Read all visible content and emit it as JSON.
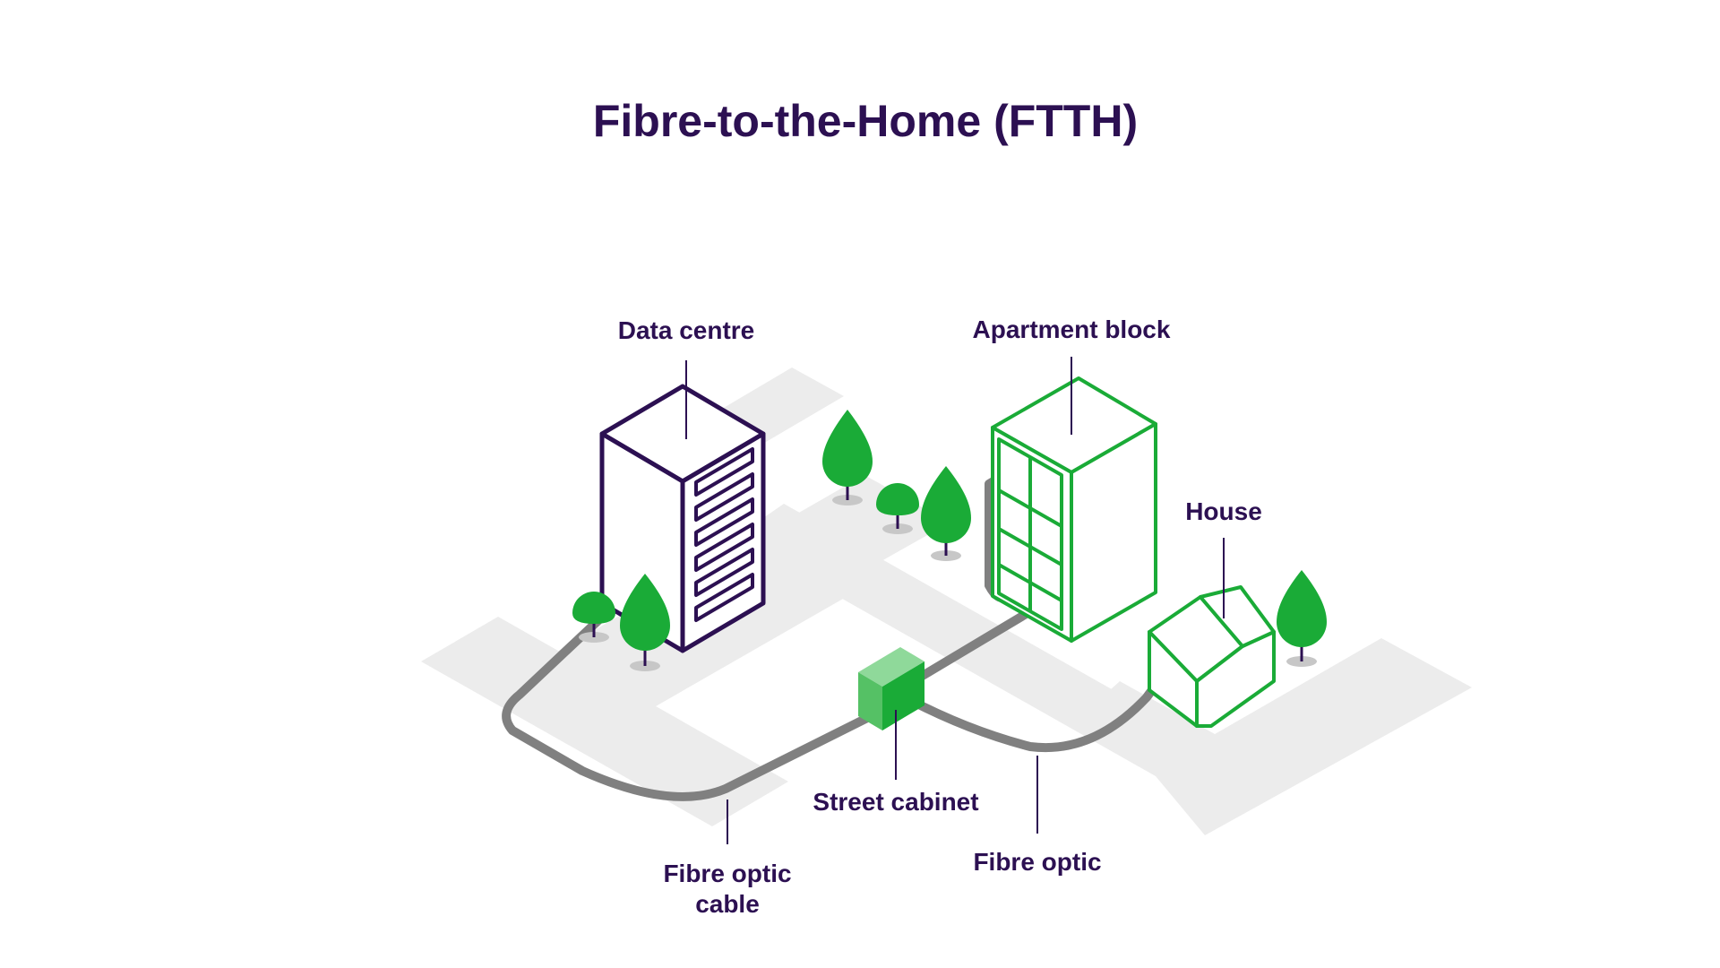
{
  "title": "Fibre-to-the-Home (FTTH)",
  "labels": {
    "data_centre": "Data centre",
    "apartment_block": "Apartment block",
    "house": "House",
    "street_cabinet": "Street cabinet",
    "fibre_optic_cable_line1": "Fibre optic",
    "fibre_optic_cable_line2": "cable",
    "fibre_optic": "Fibre optic"
  },
  "colors": {
    "title": "#2c1052",
    "label": "#2c1052",
    "data_centre_outline": "#2c1052",
    "green": "#1aab37",
    "cable": "#808080",
    "road": "#ececec",
    "tree_shadow": "#c7c7c7",
    "background": "#ffffff"
  },
  "icons": [
    "data-centre-building-icon",
    "apartment-block-building-icon",
    "house-icon",
    "street-cabinet-icon",
    "tree-icon"
  ]
}
